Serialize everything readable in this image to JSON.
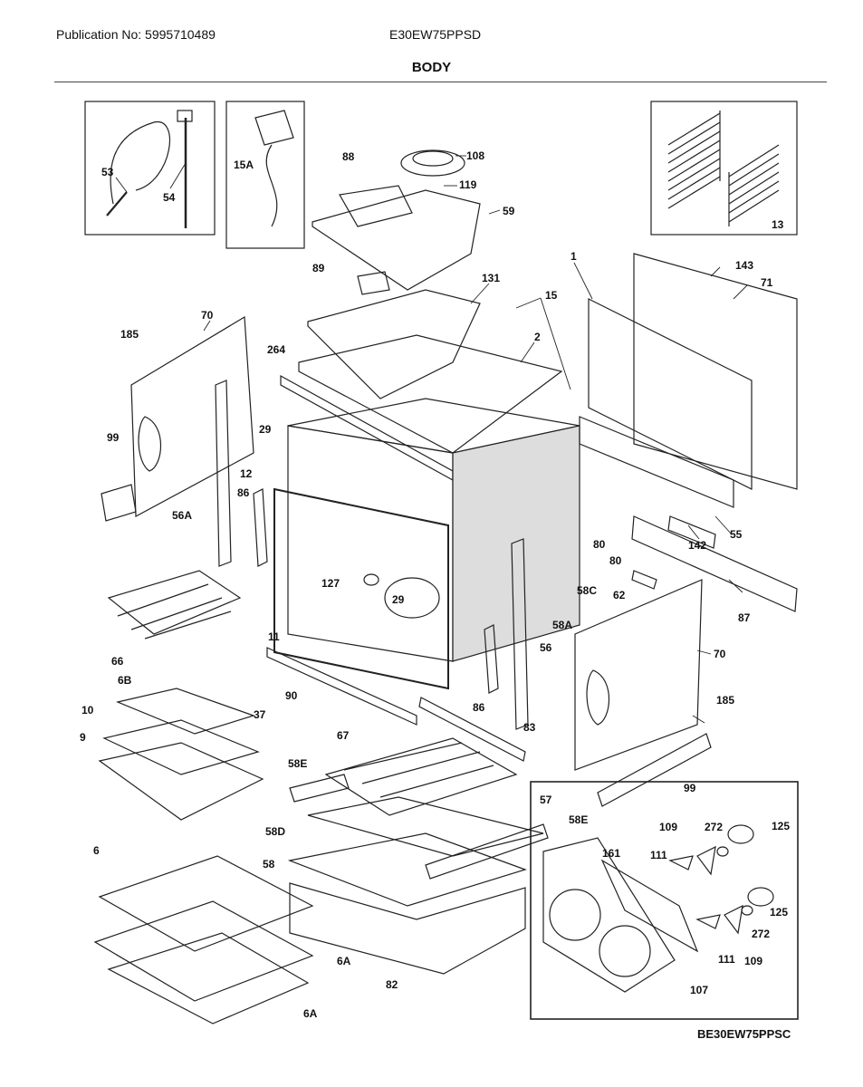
{
  "header": {
    "publication": "Publication No: 5995710489",
    "model": "E30EW75PPSD",
    "section": "BODY"
  },
  "footer": {
    "diagram_code": "BE30EW75PPSC"
  },
  "callouts": [
    {
      "id": "c53",
      "label": "53"
    },
    {
      "id": "c54",
      "label": "54"
    },
    {
      "id": "c15a",
      "label": "15A"
    },
    {
      "id": "c88",
      "label": "88"
    },
    {
      "id": "c108",
      "label": "108"
    },
    {
      "id": "c119",
      "label": "119"
    },
    {
      "id": "c59",
      "label": "59"
    },
    {
      "id": "c13",
      "label": "13"
    },
    {
      "id": "c1",
      "label": "1"
    },
    {
      "id": "c143",
      "label": "143"
    },
    {
      "id": "c71",
      "label": "71"
    },
    {
      "id": "c89",
      "label": "89"
    },
    {
      "id": "c131",
      "label": "131"
    },
    {
      "id": "c15",
      "label": "15"
    },
    {
      "id": "c70a",
      "label": "70"
    },
    {
      "id": "c185a",
      "label": "185"
    },
    {
      "id": "c264",
      "label": "264"
    },
    {
      "id": "c2",
      "label": "2"
    },
    {
      "id": "c99a",
      "label": "99"
    },
    {
      "id": "c29a",
      "label": "29"
    },
    {
      "id": "c12",
      "label": "12"
    },
    {
      "id": "c86a",
      "label": "86"
    },
    {
      "id": "c56a",
      "label": "56A"
    },
    {
      "id": "c55",
      "label": "55"
    },
    {
      "id": "c142",
      "label": "142"
    },
    {
      "id": "c80a",
      "label": "80"
    },
    {
      "id": "c80b",
      "label": "80"
    },
    {
      "id": "c127",
      "label": "127"
    },
    {
      "id": "c29b",
      "label": "29"
    },
    {
      "id": "c58c",
      "label": "58C"
    },
    {
      "id": "c62",
      "label": "62"
    },
    {
      "id": "c58a",
      "label": "58A"
    },
    {
      "id": "c87",
      "label": "87"
    },
    {
      "id": "c66",
      "label": "66"
    },
    {
      "id": "c11",
      "label": "11"
    },
    {
      "id": "c56",
      "label": "56"
    },
    {
      "id": "c70b",
      "label": "70"
    },
    {
      "id": "c6b",
      "label": "6B"
    },
    {
      "id": "c90",
      "label": "90"
    },
    {
      "id": "c86b",
      "label": "86"
    },
    {
      "id": "c10",
      "label": "10"
    },
    {
      "id": "c37",
      "label": "37"
    },
    {
      "id": "c185b",
      "label": "185"
    },
    {
      "id": "c9",
      "label": "9"
    },
    {
      "id": "c67",
      "label": "67"
    },
    {
      "id": "c83",
      "label": "83"
    },
    {
      "id": "c58e1",
      "label": "58E"
    },
    {
      "id": "c57",
      "label": "57"
    },
    {
      "id": "c99b",
      "label": "99"
    },
    {
      "id": "c58d",
      "label": "58D"
    },
    {
      "id": "c58e2",
      "label": "58E"
    },
    {
      "id": "c109a",
      "label": "109"
    },
    {
      "id": "c272a",
      "label": "272"
    },
    {
      "id": "c125a",
      "label": "125"
    },
    {
      "id": "c6",
      "label": "6"
    },
    {
      "id": "c161",
      "label": "161"
    },
    {
      "id": "c111a",
      "label": "111"
    },
    {
      "id": "c58",
      "label": "58"
    },
    {
      "id": "c125b",
      "label": "125"
    },
    {
      "id": "c272b",
      "label": "272"
    },
    {
      "id": "c111b",
      "label": "111"
    },
    {
      "id": "c109b",
      "label": "109"
    },
    {
      "id": "c6a1",
      "label": "6A"
    },
    {
      "id": "c82",
      "label": "82"
    },
    {
      "id": "c107",
      "label": "107"
    },
    {
      "id": "c6a2",
      "label": "6A"
    }
  ]
}
